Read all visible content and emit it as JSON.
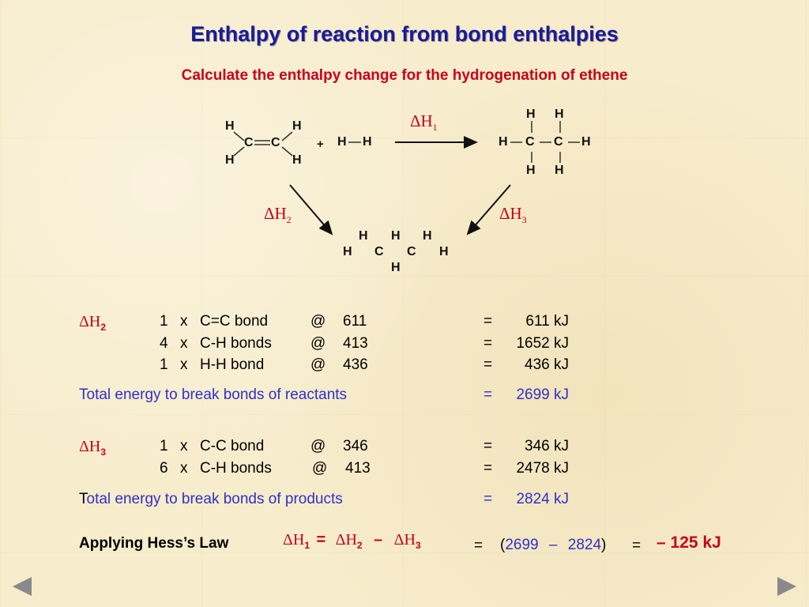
{
  "title": "Enthalpy of reaction from bond enthalpies",
  "subtitle": "Calculate the enthalpy change for the hydrogenation of ethene",
  "diagram": {
    "atom_h": "H",
    "atom_c": "C",
    "plus": "+",
    "double_bond": "=",
    "dh_symbol": "ΔH",
    "dh1_sub": "1",
    "dh2_sub": "2",
    "dh3_sub": "3"
  },
  "dh2_block": {
    "label": "ΔH",
    "label_sub": "2",
    "rows": [
      {
        "count": "1",
        "x": "x",
        "bond": "C=C bond",
        "at": "@",
        "value": "611",
        "eq": "=",
        "result": "611 kJ"
      },
      {
        "count": "4",
        "x": "x",
        "bond": "C-H bonds",
        "at": "@",
        "value": "413",
        "eq": "=",
        "result": "1652 kJ"
      },
      {
        "count": "1",
        "x": "x",
        "bond": "H-H bond",
        "at": "@",
        "value": "436",
        "eq": "=",
        "result": "436 kJ"
      }
    ],
    "total_label": "Total energy to break bonds of reactants",
    "total_eq": "=",
    "total_value": "2699 kJ"
  },
  "dh3_block": {
    "label": "ΔH",
    "label_sub": "3",
    "rows": [
      {
        "count": "1",
        "x": "x",
        "bond": "C-C bond",
        "at": "@",
        "value": "346",
        "eq": "=",
        "result": "346 kJ"
      },
      {
        "count": "6",
        "x": "x",
        "bond": "C-H bonds",
        "at": "@",
        "value": "413",
        "eq": "=",
        "result": "2478 kJ"
      }
    ],
    "total_label_first": "T",
    "total_label_rest": "otal energy to break bonds of products",
    "total_eq": "=",
    "total_value": "2824 kJ"
  },
  "hess": {
    "label": "Applying Hess’s Law",
    "dh": "ΔH",
    "sub1": "1",
    "eq1": "=",
    "sub2": "2",
    "minus": "–",
    "sub3": "3",
    "eq2": "=",
    "open_paren": "(",
    "val_a": "2699",
    "val_minus": "–",
    "val_b": "2824",
    "close_paren": ")",
    "eq3": "=",
    "result": "– 125 kJ"
  },
  "nav": {
    "prev_icon": "triangle-left-icon",
    "next_icon": "triangle-right-icon"
  },
  "colors": {
    "title": "#1a1a99",
    "accent_red": "#c8001e",
    "blue_text": "#3030c8",
    "background": "#f7eccb"
  }
}
